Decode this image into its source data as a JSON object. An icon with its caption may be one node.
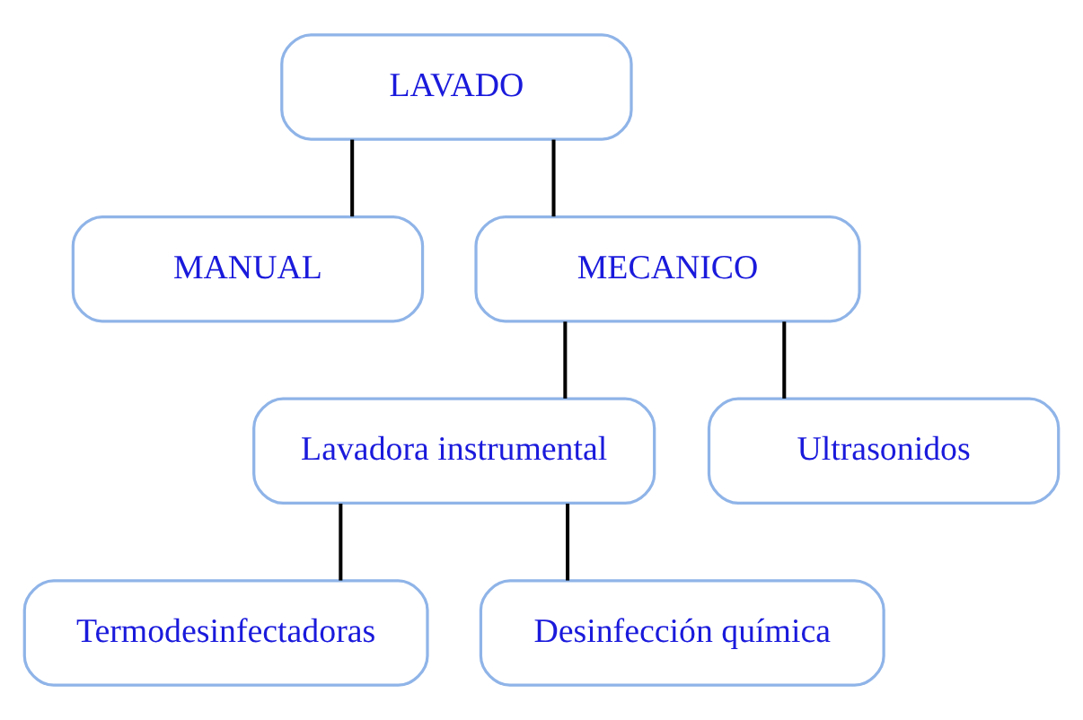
{
  "diagram": {
    "nodes": [
      {
        "text": [
          "LAVADO"
        ]
      },
      {
        "text": [
          "MANUAL"
        ]
      },
      {
        "text": [
          "MECANICO"
        ]
      },
      {
        "text": [
          "Lavadora instrumental"
        ]
      },
      {
        "text": [
          "Ultrasonidos"
        ]
      },
      {
        "text": [
          "Termodesinfectadoras"
        ]
      },
      {
        "text": [
          "Desinfección química"
        ]
      }
    ],
    "edges": [
      {
        "from": 0,
        "to": 1,
        "arrow": "none"
      },
      {
        "from": 0,
        "to": 2,
        "arrow": "none"
      },
      {
        "from": 2,
        "to": 3,
        "arrow": "none"
      },
      {
        "from": 2,
        "to": 4,
        "arrow": "none"
      },
      {
        "from": 3,
        "to": 5,
        "arrow": "none"
      },
      {
        "from": 3,
        "to": 6,
        "arrow": "none"
      }
    ]
  }
}
